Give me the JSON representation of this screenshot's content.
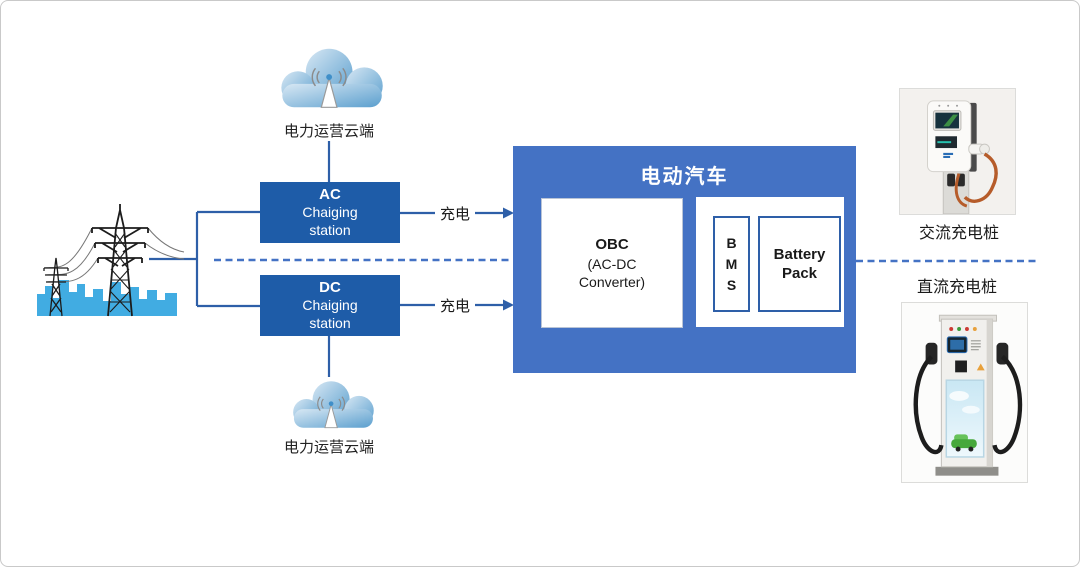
{
  "page": {
    "background": "#ffffff",
    "border_color": "#c9c9c9"
  },
  "colors": {
    "station_blue": "#1e5ca8",
    "ev_box_blue": "#4472c4",
    "connector_blue": "#2e5fa8",
    "dashed_blue": "#4472c4",
    "skyline_blue": "#41ace2",
    "cable_orange": "#b65c2a"
  },
  "clouds": {
    "top_label": "电力运营云端",
    "bottom_label": "电力运营云端"
  },
  "stations": {
    "ac": {
      "title": "AC",
      "line1": "Chaiging",
      "line2": "station"
    },
    "dc": {
      "title": "DC",
      "line1": "Chaiging",
      "line2": "station"
    }
  },
  "arrows": {
    "ac_label": "充电",
    "dc_label": "充电"
  },
  "ev": {
    "title": "电动汽车",
    "obc_title": "OBC",
    "obc_subtitle": "(AC-DC Converter)",
    "bms_letters": [
      "B",
      "M",
      "S"
    ],
    "battery_label": "Battery Pack"
  },
  "piles": {
    "ac_label": "交流充电桩",
    "dc_label": "直流充电桩"
  }
}
